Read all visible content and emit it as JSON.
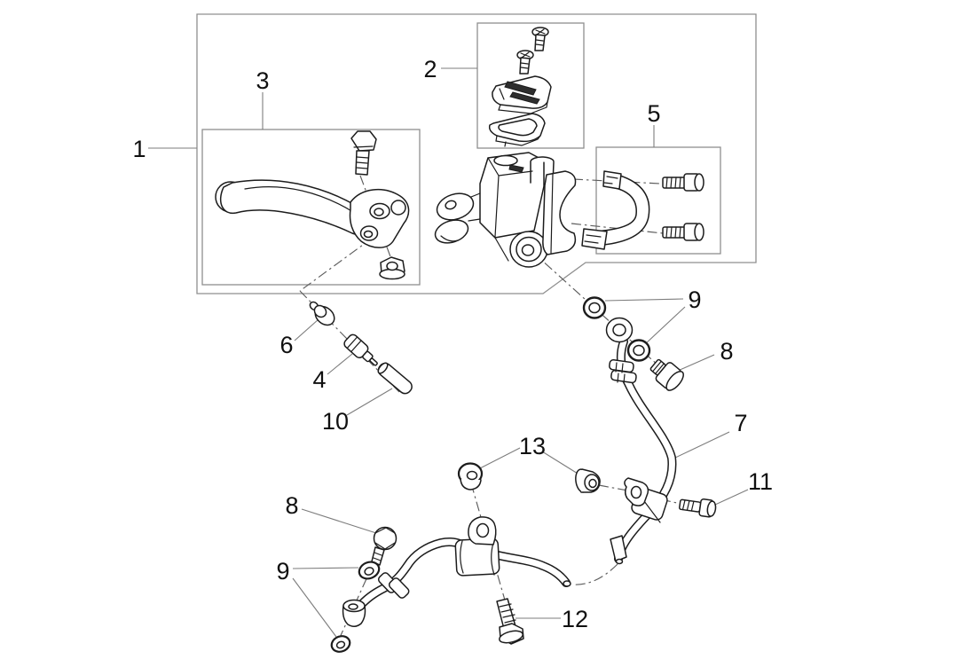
{
  "figure": {
    "kind": "exploded-parts-diagram",
    "colors": {
      "background": "#ffffff",
      "part_line": "#1c1c1c",
      "frame_line": "#8f8f8f",
      "leader_line": "#7d7d7d",
      "axis_line": "#5c5c5c",
      "label_text": "#101010"
    },
    "callouts": {
      "c1": {
        "label": "1"
      },
      "c2": {
        "label": "2"
      },
      "c3": {
        "label": "3"
      },
      "c4": {
        "label": "4"
      },
      "c5": {
        "label": "5"
      },
      "c6": {
        "label": "6"
      },
      "c7": {
        "label": "7"
      },
      "c8_upper": {
        "label": "8"
      },
      "c8_lower": {
        "label": "8"
      },
      "c9_upper": {
        "label": "9"
      },
      "c9_lower": {
        "label": "9"
      },
      "c10": {
        "label": "10"
      },
      "c11": {
        "label": "11"
      },
      "c12": {
        "label": "12"
      },
      "c13": {
        "label": "13"
      }
    }
  }
}
